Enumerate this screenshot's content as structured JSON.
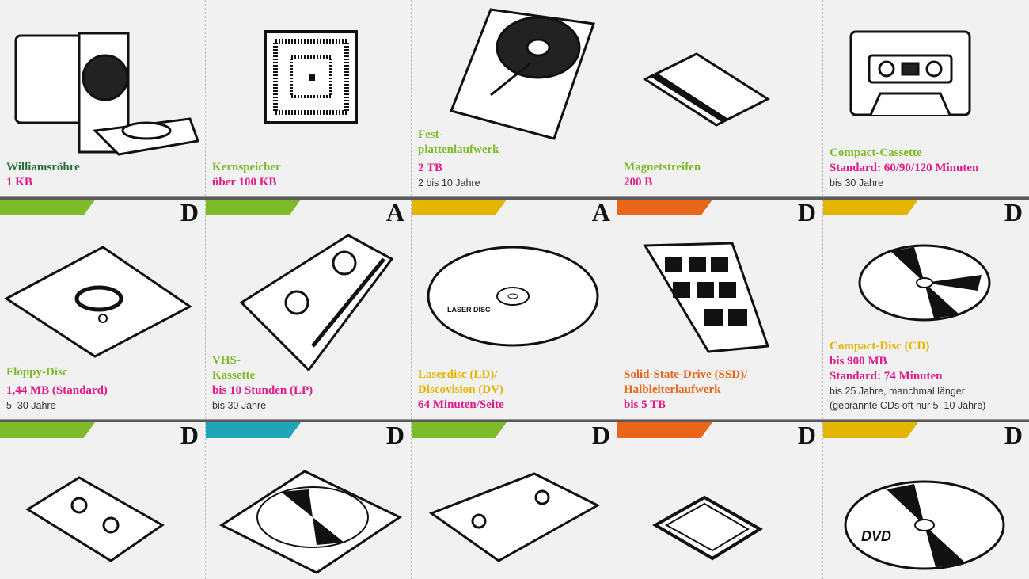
{
  "colors": {
    "green": "#7dbb2a",
    "darkgreen": "#2a6e3a",
    "magenta": "#e0198a",
    "yellow": "#e3b400",
    "orange": "#e8651a",
    "teal": "#1ea5b8"
  },
  "row1": [
    {
      "name": "Williamsröhre",
      "capacity": "1 KB",
      "icon": "williams-tube-icon"
    },
    {
      "name": "Kernspeicher",
      "capacity": "über 100 KB",
      "icon": "core-memory-icon"
    },
    {
      "name1": "Fest-",
      "name2": "plattenlaufwerk",
      "capacity": "2 TB",
      "life": "2 bis 10 Jahre",
      "icon": "hard-drive-icon"
    },
    {
      "name": "Magnetstreifen",
      "capacity": "200 B",
      "icon": "magnetic-stripe-icon"
    },
    {
      "name": "Compact-Cassette",
      "capacity": "Standard: 60/90/120 Minuten",
      "life": "bis 30 Jahre",
      "icon": "cassette-icon"
    }
  ],
  "row2": [
    {
      "letter": "D",
      "name": "Floppy-Disc",
      "capacity": "1,44 MB (Standard)",
      "life": "5–30 Jahre",
      "icon": "floppy-disc-icon"
    },
    {
      "letter": "A",
      "name1": "VHS-",
      "name2": "Kassette",
      "capacity": "bis 10 Stunden (LP)",
      "life": "bis 30 Jahre",
      "icon": "vhs-icon"
    },
    {
      "letter": "A",
      "name1": "Laserdisc (LD)/",
      "name2": "Discovision (DV)",
      "capacity": "64 Minuten/Seite",
      "icon": "laserdisc-icon",
      "logo": "LASER DISC"
    },
    {
      "letter": "D",
      "name1": "Solid-State-Drive (SSD)/",
      "name2": "Halbleiterlaufwerk",
      "capacity": "bis 5 TB",
      "icon": "ssd-icon"
    },
    {
      "letter": "D",
      "name": "Compact-Disc (CD)",
      "capacity1": "bis 900 MB",
      "capacity2": "Standard: 74 Minuten",
      "life1": "bis 25 Jahre, manchmal länger",
      "life2": "(gebrannte CDs oft nur 5–10 Jahre)",
      "icon": "cd-icon"
    }
  ],
  "row3": [
    {
      "letter": "D",
      "icon": "dv-cassette-icon"
    },
    {
      "letter": "D",
      "icon": "minidisc-icon"
    },
    {
      "letter": "D",
      "icon": "dat-cassette-icon"
    },
    {
      "letter": "D",
      "icon": "memory-card-icon"
    },
    {
      "letter": "D",
      "icon": "dvd-icon",
      "logo": "DVD"
    }
  ]
}
